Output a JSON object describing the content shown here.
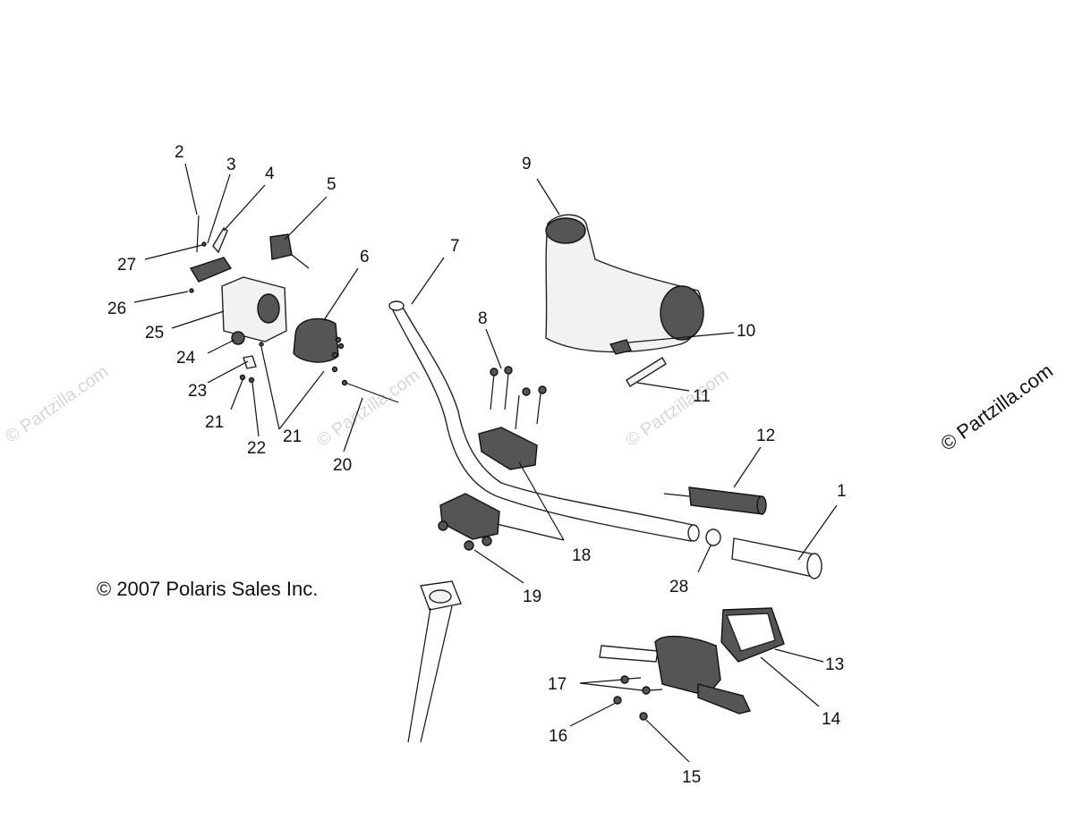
{
  "copyright": "© 2007 Polaris Sales Inc.",
  "watermark_main": "© Partzilla.com",
  "watermark_faint": "© Partzilla.com",
  "callouts": {
    "c1": "1",
    "c2": "2",
    "c3": "3",
    "c4": "4",
    "c5": "5",
    "c6": "6",
    "c7": "7",
    "c8": "8",
    "c9": "9",
    "c10": "10",
    "c11": "11",
    "c12": "12",
    "c13": "13",
    "c14": "14",
    "c15": "15",
    "c16": "16",
    "c17": "17",
    "c18": "18",
    "c19": "19",
    "c20": "20",
    "c21a": "21",
    "c21b": "21",
    "c22": "22",
    "c23": "23",
    "c24": "24",
    "c25": "25",
    "c26": "26",
    "c27": "27",
    "c28": "28"
  }
}
